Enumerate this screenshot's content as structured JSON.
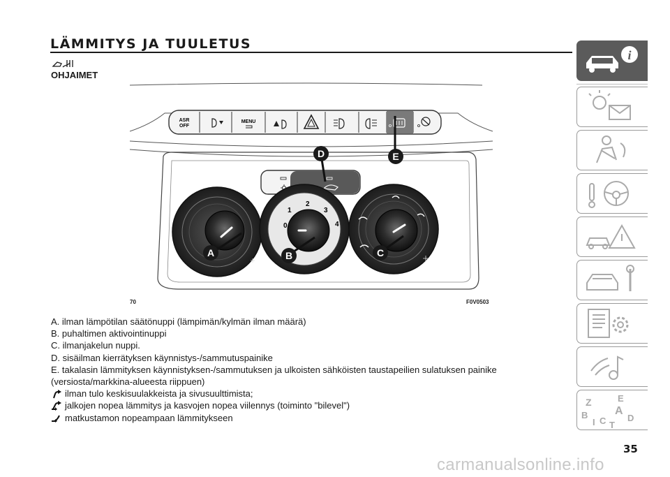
{
  "page": {
    "title": "LÄMMITYS JA TUULETUS",
    "subheading": "OHJAIMET",
    "page_number": "35",
    "watermark": "carmanualsonline.info"
  },
  "figure": {
    "page_ref": "70",
    "code": "F0V0503",
    "callouts": [
      "A",
      "B",
      "C",
      "D",
      "E"
    ],
    "buttons": {
      "asr_top": "ASR",
      "asr_bottom": "OFF",
      "menu": "MENU"
    },
    "fan_scale": [
      "0",
      "1",
      "2",
      "3",
      "4"
    ]
  },
  "legend": [
    "A. ilman lämpötilan säätönuppi (lämpimän/kylmän ilman määrä)",
    "B. puhaltimen aktivointinuppi",
    "C. ilmanjakelun nuppi.",
    "D. sisäilman kierrätyksen käynnistys-/sammutuspainike",
    "E. takalasin lämmityksen käynnistyksen-/sammutuksen ja ulkoisten sähköisten taustapeilien sulatuksen painike",
    "(versiosta/markkina-alueesta riippuen)"
  ],
  "distribution_modes": [
    {
      "icon": "face-vent-icon",
      "text": "ilman tulo keskisuulakkeista ja sivusuulttimista;"
    },
    {
      "icon": "bilevel-vent-icon",
      "text": "jalkojen nopea lämmitys ja kasvojen nopea viilennys (toiminto \"bilevel\")"
    },
    {
      "icon": "feet-vent-icon",
      "text": "matkustamon nopeampaan lämmitykseen"
    }
  ],
  "colors": {
    "active_tab": "#5b5b5b",
    "text": "#1a1a1a",
    "rule": "#1a1a1a",
    "watermark": "#c8c8c8"
  }
}
